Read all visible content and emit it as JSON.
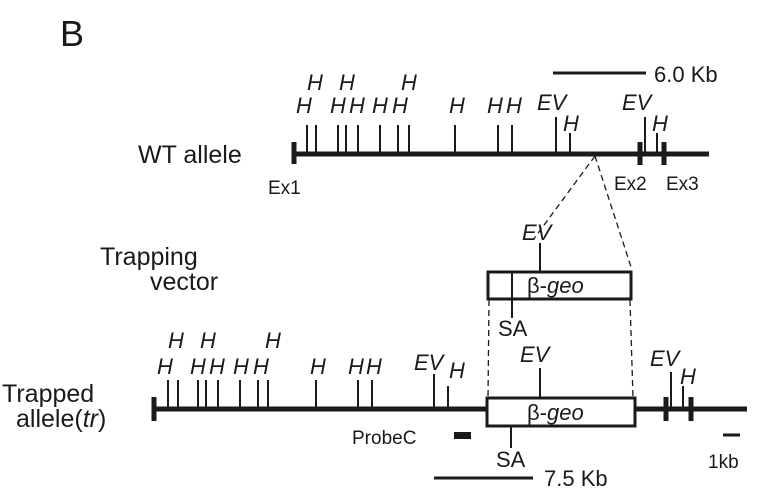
{
  "panel_label": "B",
  "wt": {
    "label": "WT allele",
    "scale_label": "6.0 Kb",
    "exon_labels": [
      "Ex1",
      "Ex2",
      "Ex3"
    ]
  },
  "vector": {
    "label_line1": "Trapping",
    "label_line2": "vector",
    "box_prefix": "β-",
    "box_italic": "geo",
    "ev": "EV",
    "sa": "SA"
  },
  "trapped": {
    "label_line1": "Trapped",
    "label_line2_prefix": "allele(",
    "label_line2_italic": "tr",
    "label_line2_suffix": ")",
    "probe_label": "ProbeC",
    "scale_label": "7.5 Kb",
    "kb_label": "1kb",
    "box_prefix": "β-",
    "box_italic": "geo",
    "ev": "EV",
    "sa": "SA"
  },
  "site_labels": {
    "h": "H",
    "ev": "EV"
  }
}
